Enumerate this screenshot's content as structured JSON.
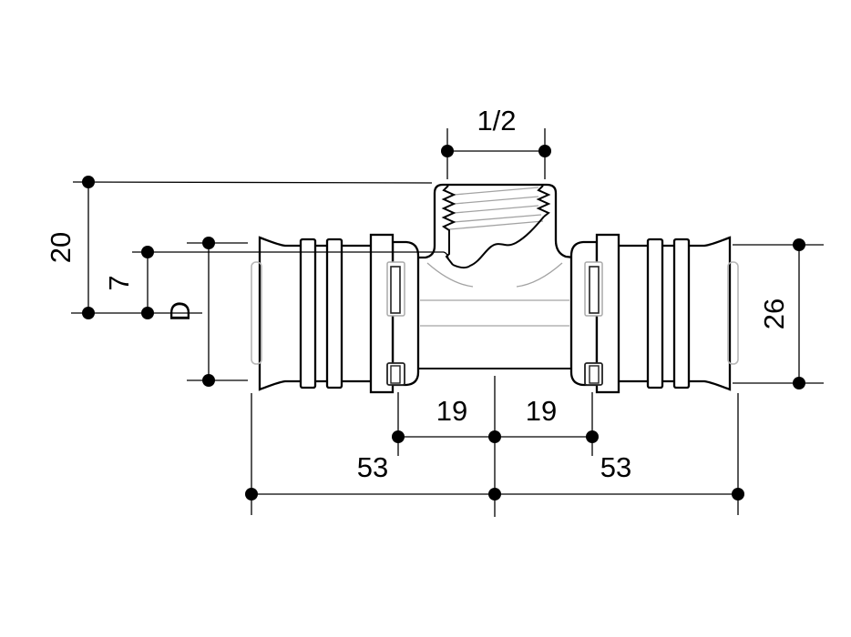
{
  "drawing": {
    "labels": {
      "thread_size": "1/2",
      "branch_height": "20",
      "insert_offset": "7",
      "pipe_diameter": "D",
      "outlet_diameter": "26",
      "center_to_left_port": "19",
      "center_to_right_port": "19",
      "length_left": "53",
      "length_right": "53"
    },
    "colors": {
      "line": "#000000",
      "thin_gray": "#a3a3a3",
      "background": "#ffffff",
      "dimension_dot": "#000000"
    }
  }
}
